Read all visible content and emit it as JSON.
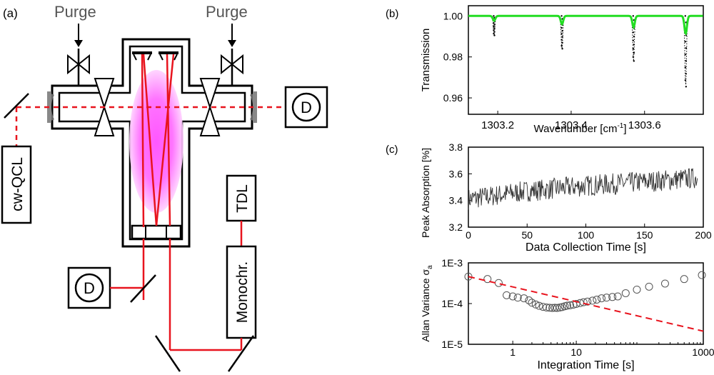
{
  "panels": {
    "a": "(a)",
    "b": "(b)",
    "c": "(c)"
  },
  "setup": {
    "purge_left": "Purge",
    "purge_right": "Purge",
    "laser": "cw-QCL",
    "detector_right": "D",
    "detector_bottom": "D",
    "tdl": "TDL",
    "monochromator": "Monochr."
  },
  "colors": {
    "beam": "#e8141e",
    "plasma": "#ff55ff",
    "fit": "#22dd22",
    "fit_line": "#e8141e"
  },
  "chart_data": [
    {
      "type": "line",
      "id": "transmission",
      "xlabel": "Wavenumber [cm",
      "xlabel_sup": "-1",
      "xlabel_tail": "]",
      "ylabel": "Transmission",
      "xlim": [
        1303.12,
        1303.76
      ],
      "ylim": [
        0.952,
        1.005
      ],
      "xticks": [
        1303.2,
        1303.4,
        1303.6
      ],
      "xtick_labels": [
        "1303.2",
        "1303.4",
        "1303.6"
      ],
      "yticks": [
        0.96,
        0.98,
        1.0
      ],
      "ytick_labels": [
        "0.96",
        "0.98",
        "1.00"
      ],
      "lines": [
        {
          "center": 1303.19,
          "depth": 0.0095,
          "width": 0.003
        },
        {
          "center": 1303.375,
          "depth": 0.016,
          "width": 0.003
        },
        {
          "center": 1303.57,
          "depth": 0.022,
          "width": 0.003
        },
        {
          "center": 1303.712,
          "depth": 0.0345,
          "width": 0.003
        }
      ]
    },
    {
      "type": "line",
      "id": "peak_absorption",
      "xlabel": "Data Collection Time [s]",
      "ylabel": "Peak Absorption [%]",
      "xlim": [
        0,
        200
      ],
      "ylim": [
        3.2,
        3.8
      ],
      "xticks": [
        0,
        50,
        100,
        150,
        200
      ],
      "xtick_labels": [
        "0",
        "50",
        "100",
        "150",
        "200"
      ],
      "yticks": [
        3.2,
        3.4,
        3.6,
        3.8
      ],
      "ytick_labels": [
        "3.2",
        "3.4",
        "3.6",
        "3.8"
      ],
      "trend": [
        {
          "x": 0,
          "y": 3.41
        },
        {
          "x": 50,
          "y": 3.47
        },
        {
          "x": 100,
          "y": 3.51
        },
        {
          "x": 150,
          "y": 3.54
        },
        {
          "x": 195,
          "y": 3.57
        }
      ]
    },
    {
      "type": "scatter",
      "id": "allan_variance",
      "xlabel": "Integration Time [s]",
      "ylabel": "Allan Variance σ",
      "ylabel_sub": "a",
      "log_x": true,
      "log_y": true,
      "xlim": [
        0.2,
        1000
      ],
      "ylim": [
        1e-05,
        0.001
      ],
      "xticks": [
        1,
        10,
        1000
      ],
      "xtick_labels": [
        "1",
        "10",
        "1000"
      ],
      "yticks": [
        1e-05,
        0.0001,
        0.001
      ],
      "ytick_labels": [
        "1E-5",
        "1E-4",
        "1E-3"
      ],
      "points": [
        [
          0.2,
          0.00046
        ],
        [
          0.4,
          0.0004
        ],
        [
          0.6,
          0.00032
        ],
        [
          0.8,
          0.00016
        ],
        [
          1.0,
          0.00015
        ],
        [
          1.2,
          0.00014
        ],
        [
          1.5,
          0.000135
        ],
        [
          1.8,
          0.00012
        ],
        [
          2.0,
          0.000105
        ],
        [
          2.3,
          9.5e-05
        ],
        [
          2.6,
          8.8e-05
        ],
        [
          3.0,
          8.3e-05
        ],
        [
          3.4,
          8e-05
        ],
        [
          3.8,
          7.9e-05
        ],
        [
          4.2,
          7.8e-05
        ],
        [
          4.6,
          7.9e-05
        ],
        [
          5.0,
          7.8e-05
        ],
        [
          5.5,
          8e-05
        ],
        [
          6.0,
          8.2e-05
        ],
        [
          6.6,
          8.6e-05
        ],
        [
          7.2,
          8.9e-05
        ],
        [
          8.0,
          9.1e-05
        ],
        [
          9.0,
          9.4e-05
        ],
        [
          10,
          9.8e-05
        ],
        [
          11.5,
          0.000103
        ],
        [
          13,
          0.000108
        ],
        [
          15,
          0.000112
        ],
        [
          18,
          0.000118
        ],
        [
          21,
          0.000125
        ],
        [
          25,
          0.000135
        ],
        [
          30,
          0.00014
        ],
        [
          37,
          0.000145
        ],
        [
          45,
          0.00015
        ],
        [
          60,
          0.00018
        ],
        [
          90,
          0.00022
        ],
        [
          140,
          0.00026
        ],
        [
          250,
          0.00031
        ],
        [
          500,
          0.0004
        ],
        [
          950,
          0.0005
        ]
      ],
      "fit": [
        [
          0.2,
          0.00046
        ],
        [
          1000,
          2.1e-05
        ]
      ]
    }
  ]
}
